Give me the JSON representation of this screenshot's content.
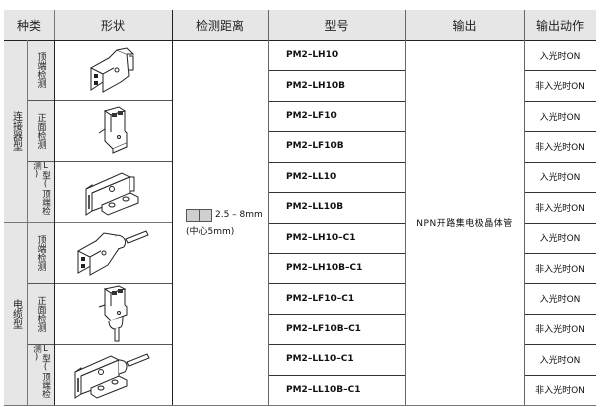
{
  "header": {
    "type": "种类",
    "shape": "形状",
    "distance": "检测距离",
    "model": "型号",
    "output": "输出",
    "action": "输出动作"
  },
  "groups": [
    {
      "label": "连接器型",
      "subgroups": [
        {
          "label": "顶端检测",
          "shape_icon": "connector-top-sensing-sensor-icon"
        },
        {
          "label": "正面检测",
          "shape_icon": "connector-front-sensing-sensor-icon"
        },
        {
          "label": "L型(顶端检测)",
          "shape_icon": "connector-l-shaped-sensor-icon"
        }
      ]
    },
    {
      "label": "电缆型",
      "subgroups": [
        {
          "label": "顶端检测",
          "shape_icon": "cable-top-sensing-sensor-icon"
        },
        {
          "label": "正面检测",
          "shape_icon": "cable-front-sensing-sensor-icon"
        },
        {
          "label": "L型(顶端检测)",
          "shape_icon": "cable-l-shaped-sensor-icon"
        }
      ]
    }
  ],
  "distance": {
    "range": "2.5 – 8mm",
    "center": "(中心5mm)",
    "swatch_icon": "slot-gap-icon"
  },
  "output": "NPN开路集电极晶体管",
  "rows": [
    {
      "model": "PM2–LH10",
      "action": "入光时ON"
    },
    {
      "model": "PM2–LH10B",
      "action": "非入光时ON"
    },
    {
      "model": "PM2–LF10",
      "action": "入光时ON"
    },
    {
      "model": "PM2–LF10B",
      "action": "非入光时ON"
    },
    {
      "model": "PM2–LL10",
      "action": "入光时ON"
    },
    {
      "model": "PM2–LL10B",
      "action": "非入光时ON"
    },
    {
      "model": "PM2–LH10–C1",
      "action": "入光时ON"
    },
    {
      "model": "PM2–LH10B–C1",
      "action": "非入光时ON"
    },
    {
      "model": "PM2–LF10–C1",
      "action": "入光时ON"
    },
    {
      "model": "PM2–LF10B–C1",
      "action": "非入光时ON"
    },
    {
      "model": "PM2–LL10–C1",
      "action": "入光时ON"
    },
    {
      "model": "PM2–LL10B–C1",
      "action": "非入光时ON"
    }
  ]
}
